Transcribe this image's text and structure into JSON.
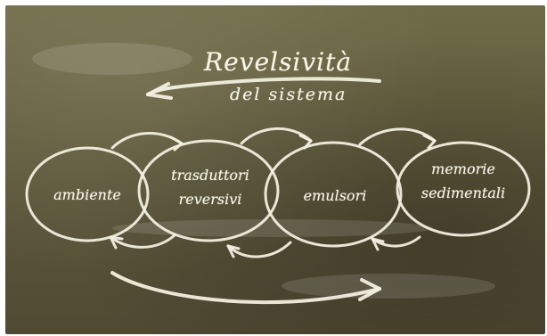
{
  "title": {
    "line1": "Revelsività",
    "line2": "del sistema"
  },
  "nodes": [
    {
      "id": "ambiente",
      "label_lines": [
        "ambiente"
      ]
    },
    {
      "id": "trasduttori",
      "label_lines": [
        "trasduttori",
        "reversivi"
      ]
    },
    {
      "id": "emulsori",
      "label_lines": [
        "emulsori"
      ]
    },
    {
      "id": "memorie",
      "label_lines": [
        "memorie",
        "sedimentali"
      ]
    }
  ],
  "colors": {
    "chalk": "#f2efe0",
    "board": "#5f5a3c"
  }
}
